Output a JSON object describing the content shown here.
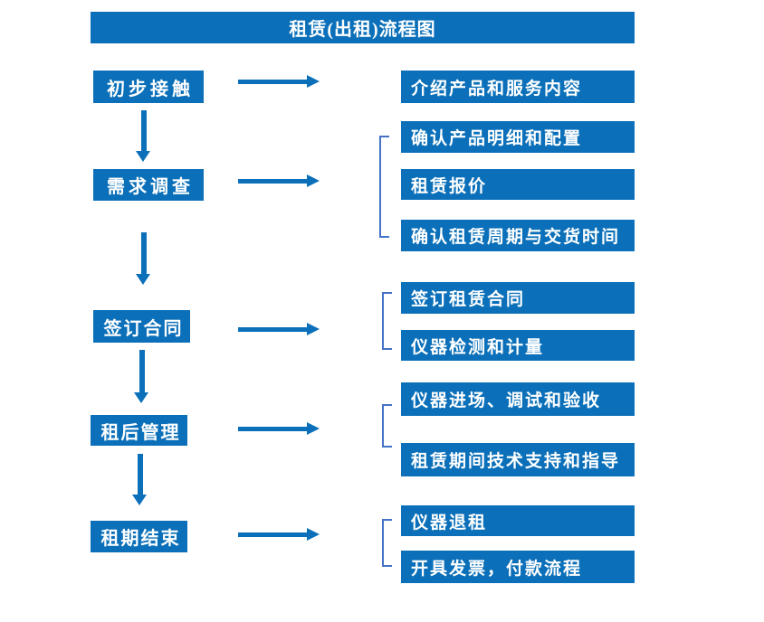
{
  "title": "租赁(出租)流程图",
  "colors": {
    "box_blue": "#0b70b9",
    "bracket_blue": "#4472c4",
    "text_white": "#ffffff"
  },
  "steps": [
    {
      "label": "初步接触",
      "details": [
        "介绍产品和服务内容"
      ]
    },
    {
      "label": "需求调查",
      "details": [
        "确认产品明细和配置",
        "租赁报价",
        "确认租赁周期与交货时间"
      ]
    },
    {
      "label": "签订合同",
      "details": [
        "签订租赁合同",
        "仪器检测和计量"
      ]
    },
    {
      "label": "租后管理",
      "details": [
        "仪器进场、调试和验收",
        "租赁期间技术支持和指导"
      ]
    },
    {
      "label": "租期结束",
      "details": [
        "仪器退租",
        "开具发票，付款流程"
      ]
    }
  ]
}
